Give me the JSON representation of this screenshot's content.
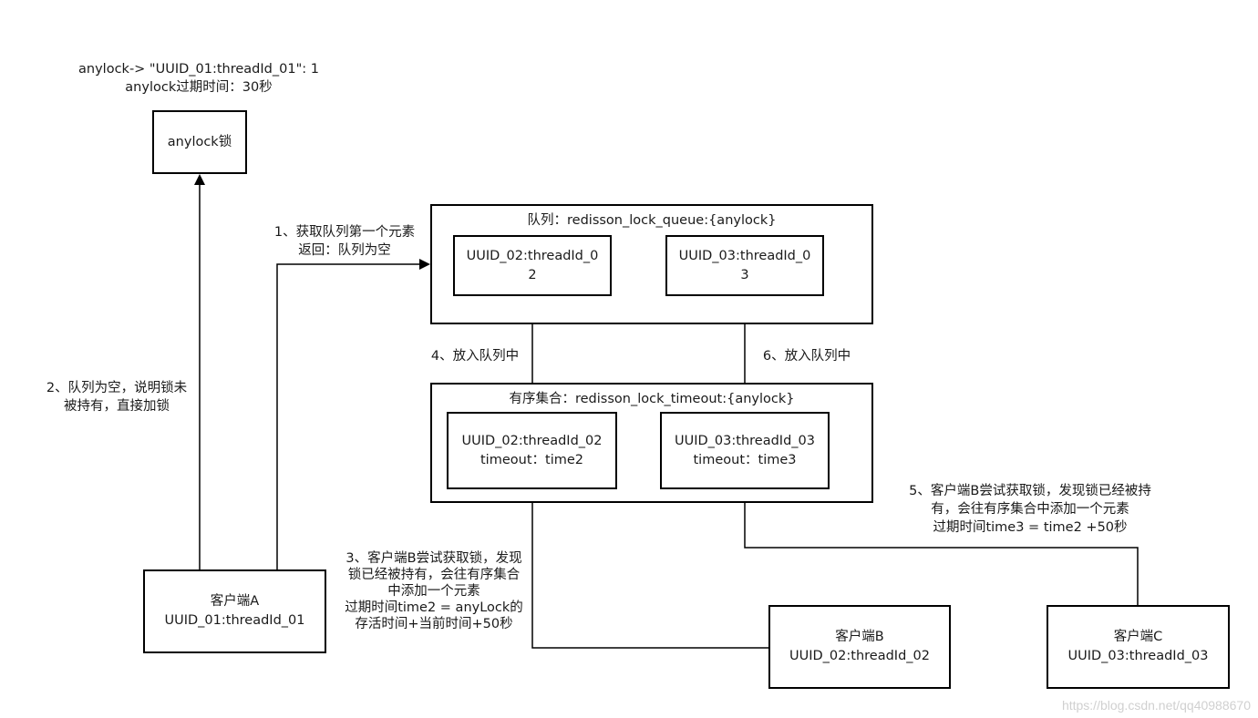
{
  "top_note": {
    "line1": "anylock-> \"UUID_01:threadId_01\": 1",
    "line2": "anylock过期时间：30秒"
  },
  "anylock_box": {
    "label": "anylock锁"
  },
  "queue": {
    "title": "队列：redisson_lock_queue:{anylock}",
    "items": [
      {
        "line1": "UUID_02:threadId_0",
        "line2": "2"
      },
      {
        "line1": "UUID_03:threadId_0",
        "line2": "3"
      }
    ]
  },
  "sorted_set": {
    "title": "有序集合：redisson_lock_timeout:{anylock}",
    "items": [
      {
        "line1": "UUID_02:threadId_02",
        "line2": "timeout：time2"
      },
      {
        "line1": "UUID_03:threadId_03",
        "line2": "timeout：time3"
      }
    ]
  },
  "clients": {
    "a": {
      "line1": "客户端A",
      "line2": "UUID_01:threadId_01"
    },
    "b": {
      "line1": "客户端B",
      "line2": "UUID_02:threadId_02"
    },
    "c": {
      "line1": "客户端C",
      "line2": "UUID_03:threadId_03"
    }
  },
  "steps": {
    "step1": {
      "line1": "1、获取队列第一个元素",
      "line2": "返回：队列为空"
    },
    "step2": {
      "line1": "2、队列为空，说明锁未",
      "line2": "被持有，直接加锁"
    },
    "step3": {
      "line1": "3、客户端B尝试获取锁，发现",
      "line2": "锁已经被持有，会往有序集合",
      "line3": "中添加一个元素",
      "line4": "过期时间time2 = anyLock的",
      "line5": "存活时间+当前时间+50秒"
    },
    "step4": {
      "line1": "4、放入队列中"
    },
    "step5": {
      "line1": "5、客户端B尝试获取锁，发现锁已经被持",
      "line2": "有，会往有序集合中添加一个元素",
      "line3": "过期时间time3 = time2 +50秒"
    },
    "step6": {
      "line1": "6、放入队列中"
    }
  },
  "watermark": "https://blog.csdn.net/qq40988670"
}
